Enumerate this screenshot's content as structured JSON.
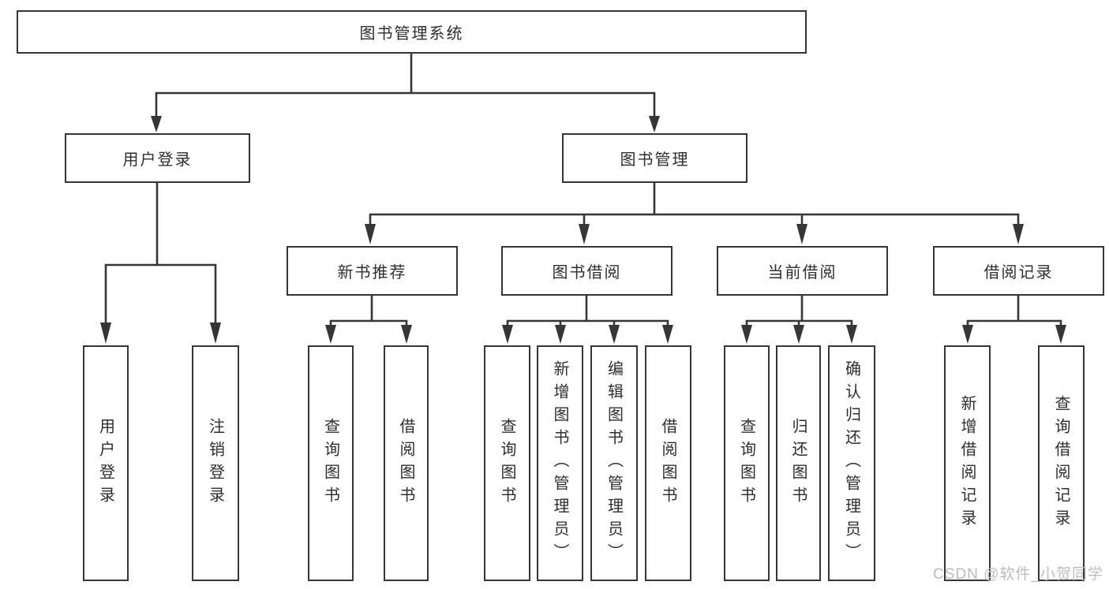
{
  "diagram": {
    "root": {
      "label": "图书管理系统"
    },
    "branches": [
      {
        "label": "用户登录",
        "children": [
          {
            "label": "用户登录"
          },
          {
            "label": "注销登录"
          }
        ]
      },
      {
        "label": "图书管理",
        "sections": [
          {
            "label": "新书推荐",
            "children": [
              {
                "label": "查询图书"
              },
              {
                "label": "借阅图书"
              }
            ]
          },
          {
            "label": "图书借阅",
            "children": [
              {
                "label": "查询图书"
              },
              {
                "label": "新增图书（管理员）"
              },
              {
                "label": "编辑图书（管理员）"
              },
              {
                "label": "借阅图书"
              }
            ]
          },
          {
            "label": "当前借阅",
            "children": [
              {
                "label": "查询图书"
              },
              {
                "label": "归还图书"
              },
              {
                "label": "确认归还（管理员）"
              }
            ]
          },
          {
            "label": "借阅记录",
            "children": [
              {
                "label": "新增借阅记录"
              },
              {
                "label": "查询借阅记录"
              }
            ]
          }
        ]
      }
    ]
  },
  "watermark": {
    "text": "CSDN @软件_小贺同学"
  },
  "colors": {
    "line": "#363636",
    "text": "#2e2e2e",
    "watermark": "#bcbcbc",
    "background": "#ffffff"
  }
}
